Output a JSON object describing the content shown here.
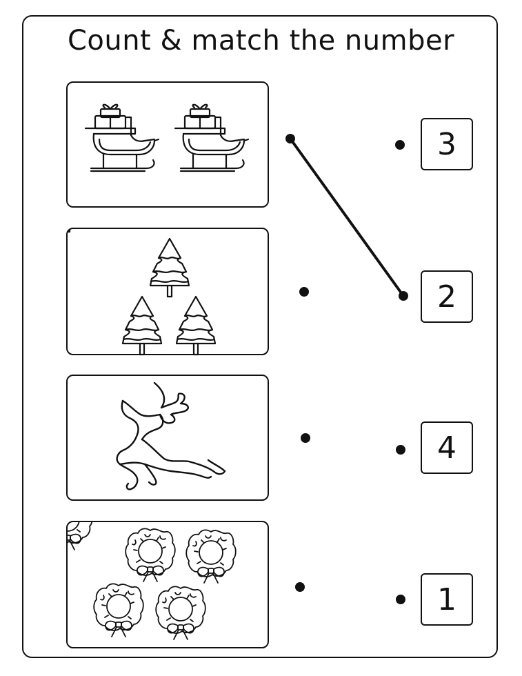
{
  "worksheet": {
    "title": "Count & match the number",
    "rows": [
      {
        "picture": "sleigh-with-gifts",
        "count": 2,
        "number": "3"
      },
      {
        "picture": "christmas-tree",
        "count": 3,
        "number": "2"
      },
      {
        "picture": "reindeer",
        "count": 1,
        "number": "4"
      },
      {
        "picture": "wreath",
        "count": 4,
        "number": "1"
      }
    ],
    "example_connection": {
      "from_row": 1,
      "to_row": 2
    },
    "colors": {
      "ink": "#111111",
      "paper": "#ffffff"
    }
  }
}
